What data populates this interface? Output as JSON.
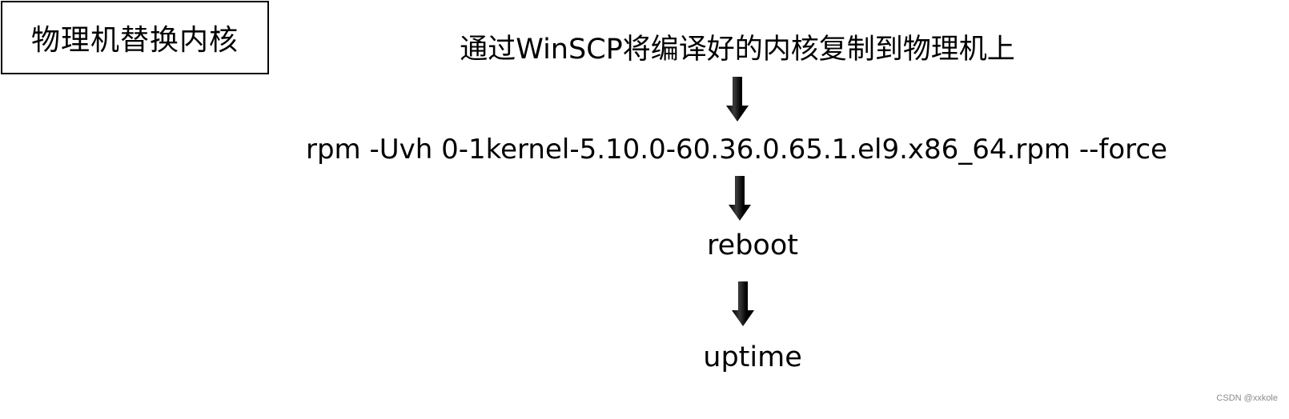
{
  "title": "物理机替换内核",
  "steps": [
    "通过WinSCP将编译好的内核复制到物理机上",
    "rpm -Uvh 0-1kernel-5.10.0-60.36.0.65.1.el9.x86_64.rpm --force",
    "reboot",
    "uptime"
  ],
  "arrow_icon": "down-arrow-icon",
  "colors": {
    "text": "#000000",
    "arrow": "#000000",
    "watermark": "#8a8a8a"
  },
  "watermark": "CSDN @xxkole"
}
